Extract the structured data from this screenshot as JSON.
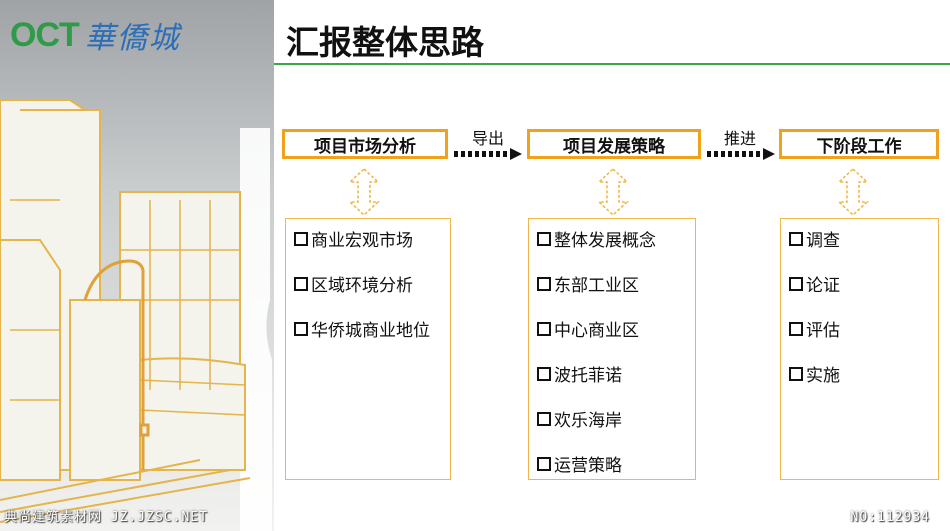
{
  "logo": {
    "mark": "OCT",
    "cn": "華僑城"
  },
  "title": "汇报整体思路",
  "columns": [
    {
      "header": "项目市场分析",
      "items": [
        "商业宏观市场",
        "区域环境分析",
        "华侨城商业地位"
      ]
    },
    {
      "header": "项目发展策略",
      "items": [
        "整体发展概念",
        "东部工业区",
        "中心商业区",
        "波托菲诺",
        "欢乐海岸",
        "运营策略"
      ]
    },
    {
      "header": "下阶段工作",
      "items": [
        "调查",
        "论证",
        "评估",
        "实施"
      ]
    }
  ],
  "arrows": [
    "导出",
    "推进"
  ],
  "footer": {
    "left": "典尚建筑素材网 JZ.JZSC.NET",
    "right": "NO:112934"
  },
  "colors": {
    "accent": "#f0a21c",
    "rule": "#39a944",
    "logo_green": "#2f9a48",
    "logo_blue": "#2c6fb8"
  }
}
